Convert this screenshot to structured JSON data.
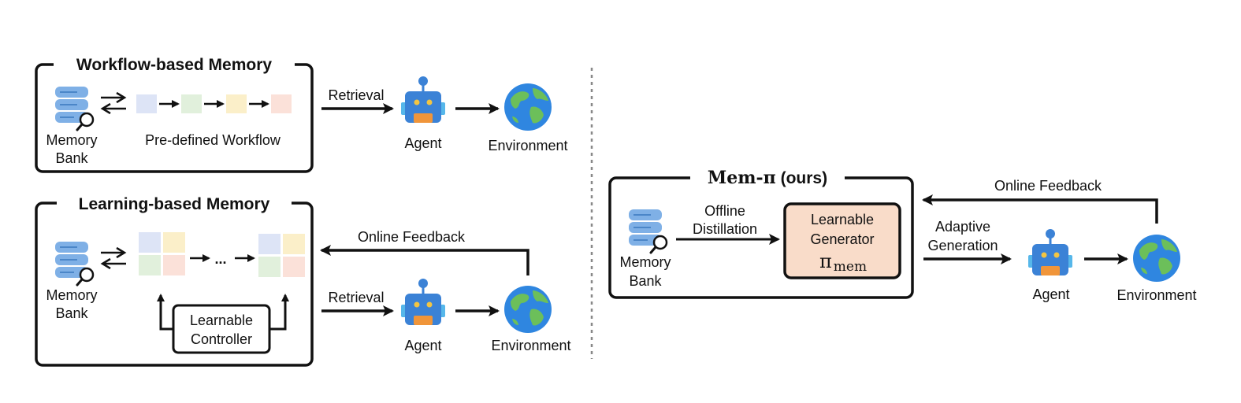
{
  "colors": {
    "stroke": "#111111",
    "db_blue": "#7fb0e6",
    "db_blue_dark": "#4b86c8",
    "robot_blue": "#3b82d6",
    "robot_light": "#56b7ea",
    "robot_mouth": "#f0953a",
    "robot_eye": "#f3c542",
    "earth_ocean": "#2f86e0",
    "earth_land": "#6cbf5a",
    "divider": "#888888",
    "generator_fill": "#f9dcc9",
    "block_blue": "#dde4f6",
    "block_green": "#e1f0dc",
    "block_yellow": "#fbefc9",
    "block_red": "#fbe1d9"
  },
  "workflow_panel": {
    "title": "Workflow-based Memory",
    "memory_bank_line1": "Memory",
    "memory_bank_line2": "Bank",
    "workflow_label": "Pre-defined Workflow",
    "retrieval_label": "Retrieval",
    "agent_label": "Agent",
    "environment_label": "Environment"
  },
  "learning_panel": {
    "title": "Learning-based Memory",
    "memory_bank_line1": "Memory",
    "memory_bank_line2": "Bank",
    "ellipsis": "...",
    "controller_line1": "Learnable",
    "controller_line2": "Controller",
    "feedback_label": "Online Feedback",
    "retrieval_label": "Retrieval",
    "agent_label": "Agent",
    "environment_label": "Environment"
  },
  "mem_pi_panel": {
    "title_main": "Mem-π",
    "title_suffix": " (ours)",
    "memory_bank_line1": "Memory",
    "memory_bank_line2": "Bank",
    "distill_line1": "Offline",
    "distill_line2": "Distillation",
    "generator_line1": "Learnable",
    "generator_line2": "Generator",
    "pi_symbol": "π",
    "pi_subscript": "mem",
    "adaptive_line1": "Adaptive",
    "adaptive_line2": "Generation",
    "feedback_label": "Online Feedback",
    "agent_label": "Agent",
    "environment_label": "Environment"
  }
}
